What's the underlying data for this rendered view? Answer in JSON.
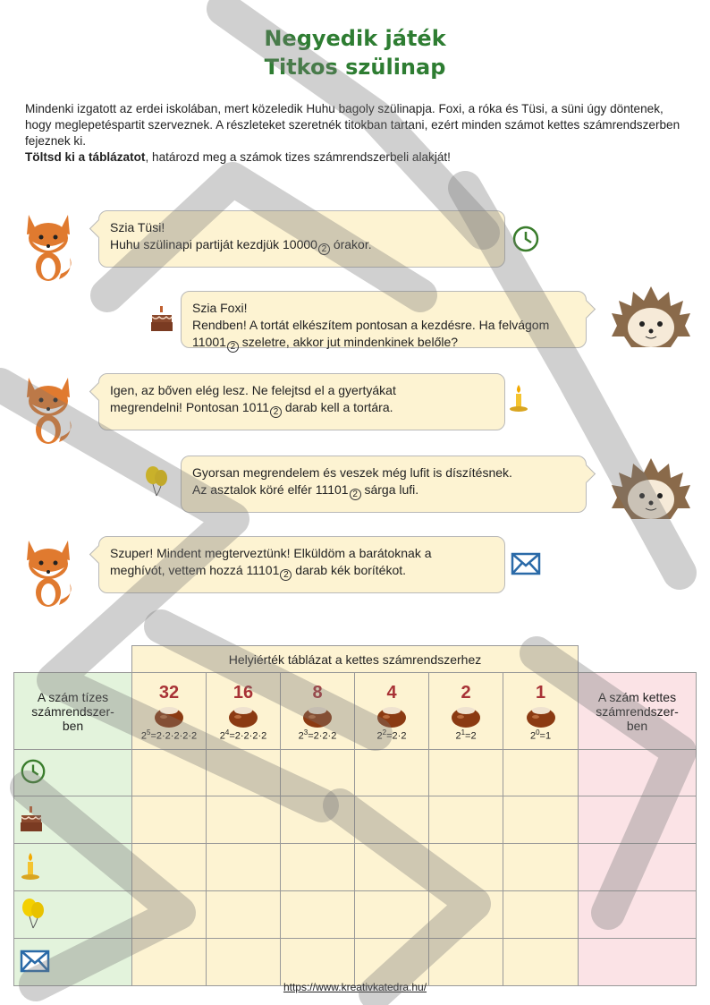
{
  "title_line1": "Negyedik játék",
  "title_line2": "Titkos szülinap",
  "intro_text": "Mindenki izgatott az erdei iskolában, mert közeledik Huhu bagoly szülinapja. Foxi, a róka és Tüsi, a süni úgy döntenek, hogy meglepetéspartit szerveznek. A részleteket szeretnék titokban tartani, ezért minden számot kettes számrendszerben fejeznek ki.",
  "intro_task_bold": "Töltsd ki a táblázatot",
  "intro_task_rest": ", határozd meg a számok tizes számrendszerbeli alakját!",
  "dialog": [
    {
      "speaker": "Foxi",
      "line1": "Szia Tüsi!",
      "line2a": "Huhu szülinapi partiját kezdjük ",
      "num": "10000",
      "base": "2",
      "line2b": " órakor.",
      "icon": "clock-icon"
    },
    {
      "speaker": "Tüsi",
      "line1": "Szia Foxi!",
      "line2a": "Rendben! A tortát elkészítem pontosan a kezdésre. Ha felvágom ",
      "num": "11001",
      "base": "2",
      "line2b": " szeletre, akkor jut mindenkinek belőle?",
      "icon": "cake-icon"
    },
    {
      "speaker": "Foxi",
      "line1": "Igen, az bőven elég lesz. Ne felejtsd el a gyertyákat",
      "line2a": "megrendelni! Pontosan ",
      "num": "1011",
      "base": "2",
      "line2b": " darab kell a tortára.",
      "icon": "candle-icon"
    },
    {
      "speaker": "Tüsi",
      "line1": "Gyorsan megrendelem és veszek még lufit is díszítésnek.",
      "line2a": "Az asztalok köré elfér ",
      "num": "11101",
      "base": "2",
      "line2b": " sárga lufi.",
      "icon": "balloon-icon"
    },
    {
      "speaker": "Foxi",
      "line1": "Szuper! Mindent megterveztünk! Elküldöm a barátoknak a",
      "line2a": "meghívót, vettem hozzá ",
      "num": "11101",
      "base": "2",
      "line2b": " darab kék borítékot.",
      "icon": "envelope-icon"
    }
  ],
  "table": {
    "caption": "Helyiérték táblázat a kettes számrendszerhez",
    "left_header": "A szám tízes számrendszer-ben",
    "right_header": "A szám kettes számrendszer-ben",
    "places": [
      {
        "value": "32",
        "expr_base": "2",
        "expr_exp": "5",
        "expr_rest": "=2·2·2·2·2"
      },
      {
        "value": "16",
        "expr_base": "2",
        "expr_exp": "4",
        "expr_rest": "=2·2·2·2"
      },
      {
        "value": "8",
        "expr_base": "2",
        "expr_exp": "3",
        "expr_rest": "=2·2·2"
      },
      {
        "value": "4",
        "expr_base": "2",
        "expr_exp": "2",
        "expr_rest": "=2·2"
      },
      {
        "value": "2",
        "expr_base": "2",
        "expr_exp": "1",
        "expr_rest": "=2"
      },
      {
        "value": "1",
        "expr_base": "2",
        "expr_exp": "0",
        "expr_rest": "=1"
      }
    ],
    "rows": [
      "clock-icon",
      "cake-icon",
      "candle-icon",
      "balloon-icon",
      "envelope-icon"
    ]
  },
  "footer_url": "https://www.kreativkatedra.hu/",
  "watermark_text": "MINTA",
  "colors": {
    "title_green": "#2e7d32",
    "bubble_yellow": "#fdf3d2",
    "green_cell": "#e3f3dc",
    "pink_cell": "#fbe3e6",
    "place_red": "#a83236"
  }
}
